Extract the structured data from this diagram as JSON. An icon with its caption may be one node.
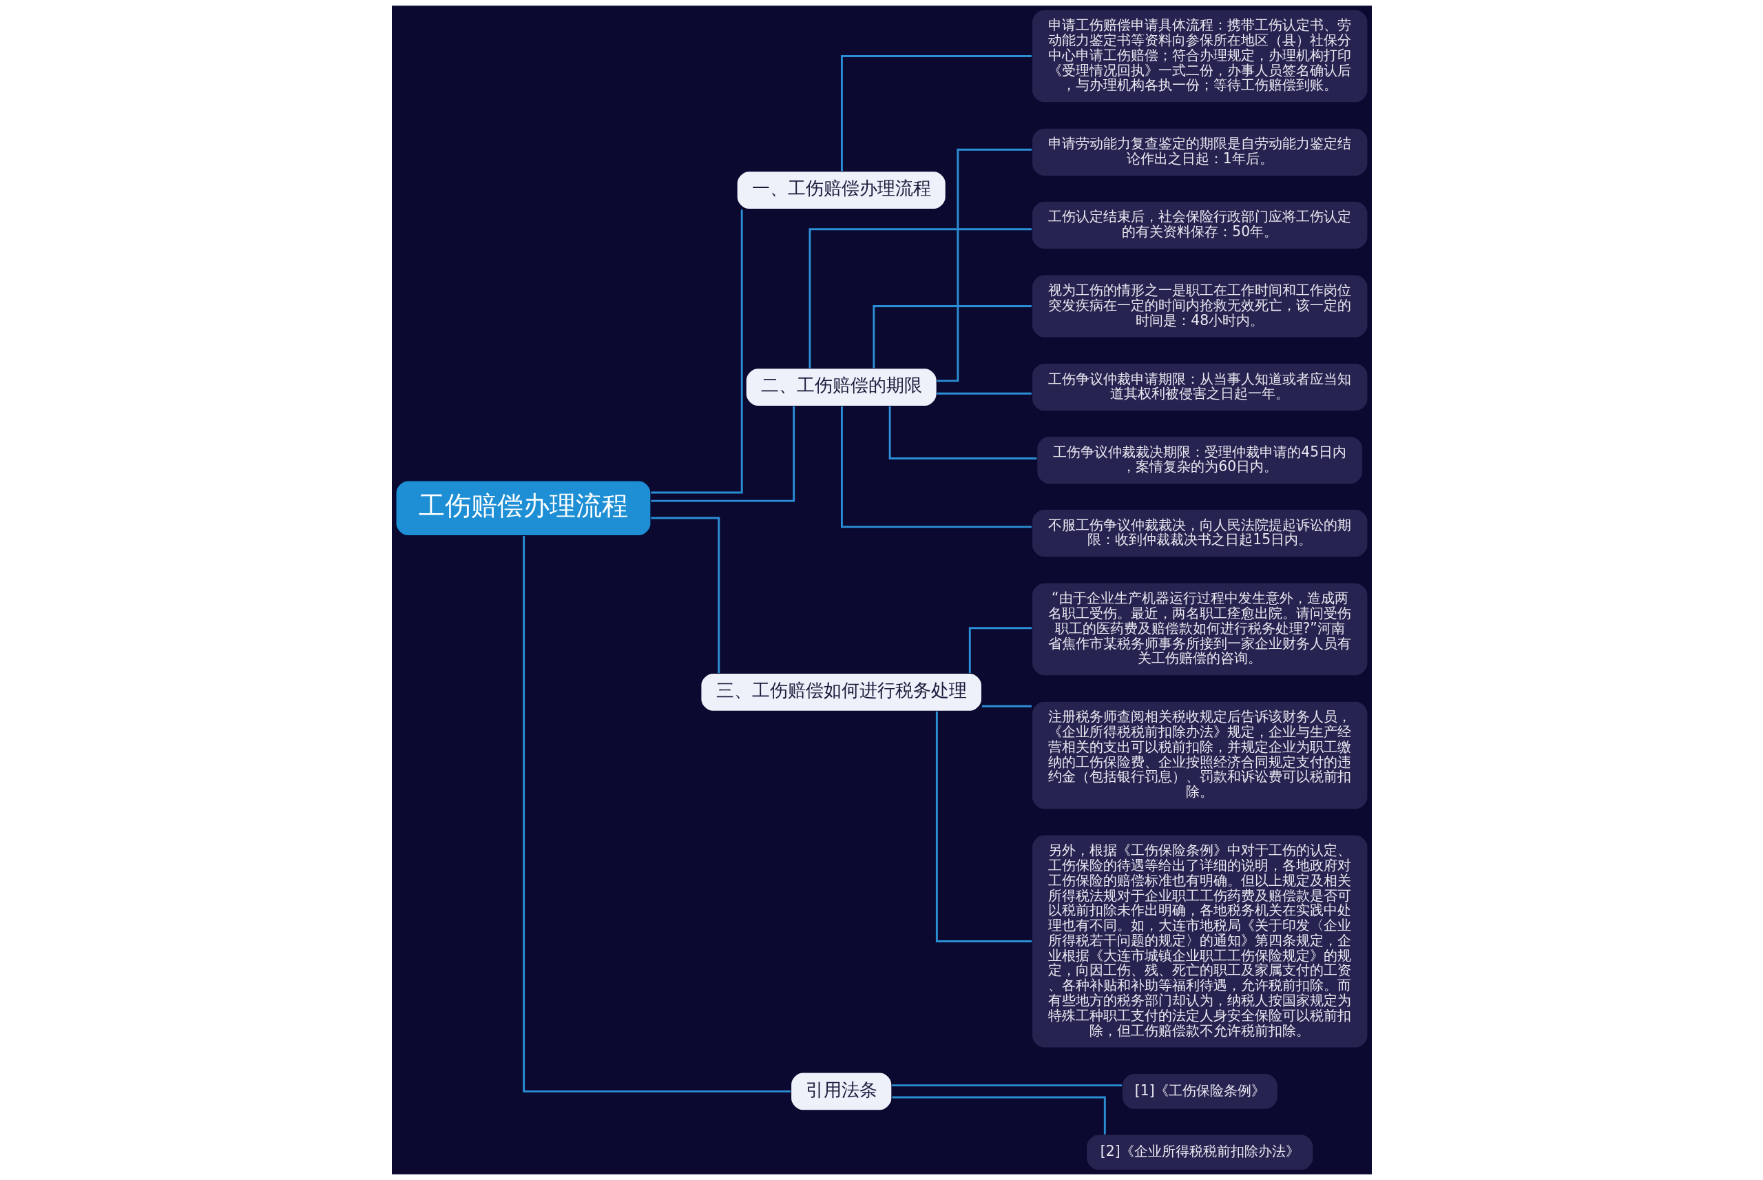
{
  "diagram": {
    "nodes": [
      {
        "text": [
          "工伤赔偿办理流程"
        ]
      },
      {
        "text": [
          "一、工伤赔偿办理流程"
        ]
      },
      {
        "text": [
          "申请工伤赔偿申请具体流程：携带工伤认定书、劳动能力鉴定书等资料向参保所在地区（县）社保分中心申请工伤赔偿；符合办理规定，办理机构打印《受理情况回执》一式二份，办事人员签名确认后，与办理机构各执一份；等待工伤赔偿到账。"
        ]
      },
      {
        "text": [
          "二、工伤赔偿的期限"
        ]
      },
      {
        "text": [
          "申请劳动能力复查鉴定的期限是自劳动能力鉴定结论作出之日起：1年后。"
        ]
      },
      {
        "text": [
          "工伤认定结束后，社会保险行政部门应将工伤认定的有关资料保存：50年。"
        ]
      },
      {
        "text": [
          "视为工伤的情形之一是职工在工作时间和工作岗位突发疾病在一定的时间内抢救无效死亡，该一定的时间是：48小时内。"
        ]
      },
      {
        "text": [
          "工伤争议仲裁申请期限：从当事人知道或者应当知道其权利被侵害之日起一年。"
        ]
      },
      {
        "text": [
          "工伤争议仲裁裁决期限：受理仲裁申请的45日内，案情复杂的为60日内。"
        ]
      },
      {
        "text": [
          "不服工伤争议仲裁裁决，向人民法院提起诉讼的期限：收到仲裁裁决书之日起15日内。"
        ]
      },
      {
        "text": [
          "三、工伤赔偿如何进行税务处理"
        ]
      },
      {
        "text": [
          "“由于企业生产机器运行过程中发生意外，造成两名职工受伤。最近，两名职工痊愈出院。请问受伤职工的医药费及赔偿款如何进行税务处理?”河南省焦作市某税务师事务所接到一家企业财务人员有关工伤赔偿的咨询。"
        ]
      },
      {
        "text": [
          "注册税务师查阅相关税收规定后告诉该财务人员，《企业所得税税前扣除办法》规定，企业与生产经营相关的支出可以税前扣除，并规定企业为职工缴纳的工伤保险费、企业按照经济合同规定支付的违约金（包括银行罚息）、罚款和诉讼费可以税前扣除。"
        ]
      },
      {
        "text": [
          "另外，根据《工伤保险条例》中对于工伤的认定、工伤保险的待遇等给出了详细的说明，各地政府对工伤保险的赔偿标准也有明确。但以上规定及相关所得税法规对于企业职工工伤药费及赔偿款是否可以税前扣除未作出明确，各地税务机关在实践中处理也有不同。如，大连市地税局《关于印发〈企业所得税若干问题的规定〉的通知》第四条规定，企业根据《大连市城镇企业职工工伤保险规定》的规定，向因工伤、残、死亡的职工及家属支付的工资、各种补贴和补助等福利待遇，允许税前扣除。而有些地方的税务部门却认为，纳税人按国家规定为特殊工种职工支付的法定人身安全保险可以税前扣除，但工伤赔偿款不允许税前扣除。"
        ]
      },
      {
        "text": [
          "引用法条"
        ]
      },
      {
        "text": [
          "[1]《工伤保险条例》"
        ]
      },
      {
        "text": [
          "[2]《企业所得税税前扣除办法》"
        ]
      }
    ],
    "edges": [
      {
        "from": 0,
        "to": 1,
        "arrow": "none"
      },
      {
        "from": 1,
        "to": 2,
        "arrow": "none"
      },
      {
        "from": 0,
        "to": 3,
        "arrow": "none"
      },
      {
        "from": 3,
        "to": 4,
        "arrow": "none"
      },
      {
        "from": 3,
        "to": 5,
        "arrow": "none"
      },
      {
        "from": 3,
        "to": 6,
        "arrow": "none"
      },
      {
        "from": 3,
        "to": 7,
        "arrow": "none"
      },
      {
        "from": 3,
        "to": 8,
        "arrow": "none"
      },
      {
        "from": 3,
        "to": 9,
        "arrow": "none"
      },
      {
        "from": 0,
        "to": 10,
        "arrow": "none"
      },
      {
        "from": 10,
        "to": 11,
        "arrow": "none"
      },
      {
        "from": 10,
        "to": 12,
        "arrow": "none"
      },
      {
        "from": 10,
        "to": 13,
        "arrow": "none"
      },
      {
        "from": 0,
        "to": 14,
        "arrow": "none"
      },
      {
        "from": 14,
        "to": 15,
        "arrow": "none"
      },
      {
        "from": 14,
        "to": 16,
        "arrow": "none"
      }
    ]
  }
}
